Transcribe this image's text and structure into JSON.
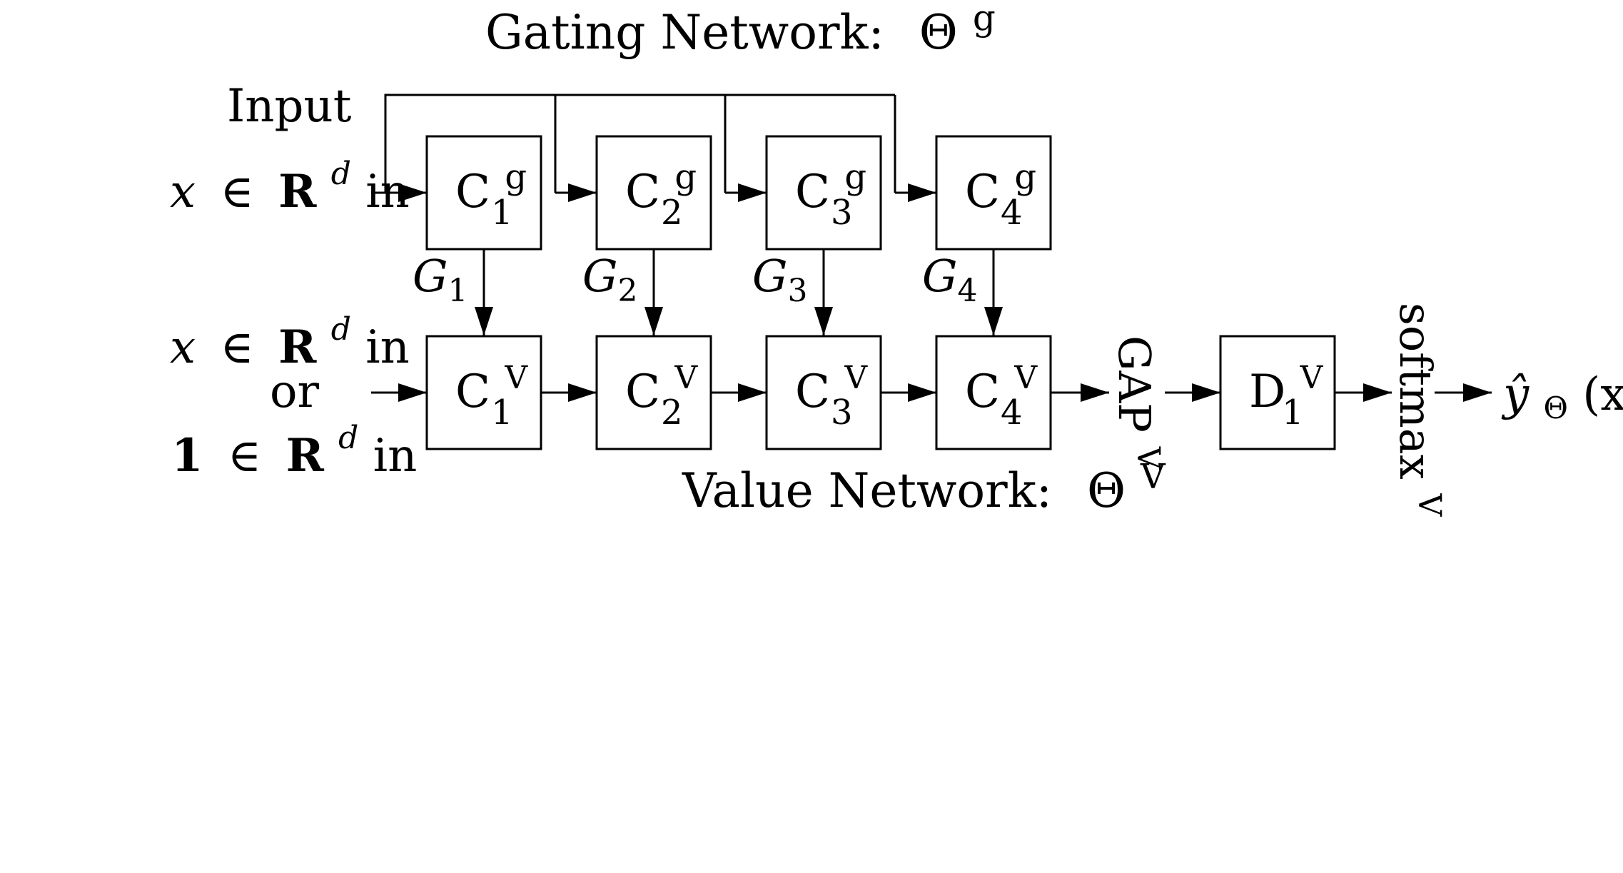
{
  "titles": {
    "gating_label": "Gating Network:",
    "gating_symbol": "Θ",
    "gating_sup": "g",
    "value_label": "Value Network:",
    "value_symbol": "Θ",
    "value_sup": "V"
  },
  "inputs": {
    "input_label": "Input",
    "x": "x",
    "in": "∈",
    "R": "R",
    "d": "d",
    "din": "in",
    "or": "or",
    "one": "1"
  },
  "gating_blocks": [
    {
      "base": "C",
      "sup": "g",
      "sub": "1"
    },
    {
      "base": "C",
      "sup": "g",
      "sub": "2"
    },
    {
      "base": "C",
      "sup": "g",
      "sub": "3"
    },
    {
      "base": "C",
      "sup": "g",
      "sub": "4"
    }
  ],
  "value_blocks": [
    {
      "base": "C",
      "sup": "V",
      "sub": "1"
    },
    {
      "base": "C",
      "sup": "V",
      "sub": "2"
    },
    {
      "base": "C",
      "sup": "V",
      "sub": "3"
    },
    {
      "base": "C",
      "sup": "V",
      "sub": "4"
    }
  ],
  "gates": [
    {
      "base": "G",
      "sub": "1"
    },
    {
      "base": "G",
      "sub": "2"
    },
    {
      "base": "G",
      "sub": "3"
    },
    {
      "base": "G",
      "sub": "4"
    }
  ],
  "dense_block": {
    "base": "D",
    "sup": "V",
    "sub": "1"
  },
  "gap": {
    "label": "GAP",
    "sup": "V"
  },
  "softmax": {
    "label": "softmax",
    "sup": "V"
  },
  "output": {
    "y": "ŷ",
    "sub": "Θ",
    "arg": "(x)"
  }
}
